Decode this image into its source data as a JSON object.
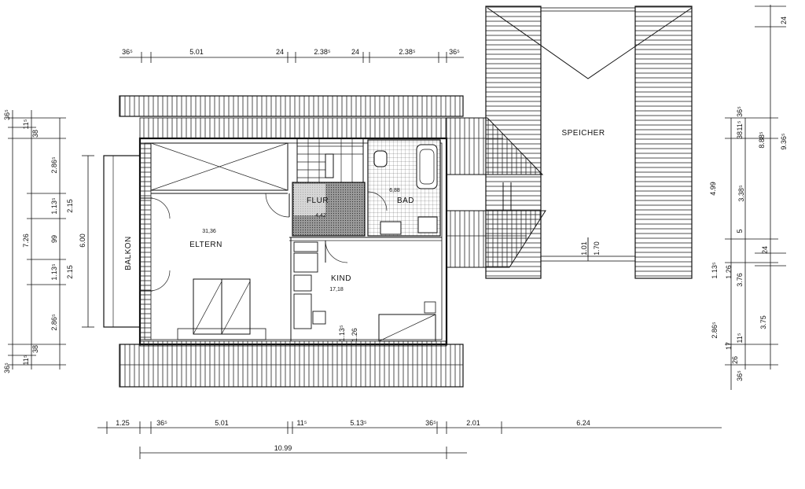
{
  "rooms": {
    "eltern": "ELTERN",
    "eltern_area": "31,36",
    "kind": "KIND",
    "kind_area": "17,18",
    "flur": "FLUR",
    "flur_area": "4,42",
    "bad": "BAD",
    "bad_area": "6,88",
    "balkon": "BALKON",
    "speicher": "SPEICHER"
  },
  "dims_top": [
    "36⁵",
    "5.01",
    "24",
    "2.38⁵",
    "24",
    "2.38⁵",
    "36⁵"
  ],
  "dims_bottom_row1": [
    "1.25",
    "36⁵",
    "5.01",
    "11⁵",
    "5.13⁵",
    "36⁵",
    "2.01",
    "6.24"
  ],
  "dims_bottom_row2": [
    "10.99"
  ],
  "dims_left_outer": [
    "36⁵",
    "11⁵",
    "38",
    "2.86⁵",
    "1.13⁵",
    "99",
    "1.13⁵",
    "2.86⁵",
    "38",
    "11⁵",
    "36⁵"
  ],
  "dims_left_mid": [
    "2.15",
    "2.15"
  ],
  "dims_left_total": [
    "7.26"
  ],
  "dims_left_balkon": [
    "6.00"
  ],
  "dims_kind": [
    "1.13⁵",
    "1.26"
  ],
  "dims_speicher": [
    "1.01",
    "1.70"
  ],
  "dims_right_a": [
    "36⁵",
    "11⁵",
    "38",
    "5",
    "4.99",
    "1.13⁵",
    "2.86⁵",
    "17",
    "26",
    "36⁵"
  ],
  "dims_right_b": [
    "8.88⁵",
    "3.38⁵",
    "1.26",
    "3.76",
    "3.75",
    "11⁵"
  ],
  "dims_right_c": [
    "24",
    "9.36⁵",
    "24"
  ],
  "colors": {
    "line": "#111111",
    "hatch": "#cfcfcf",
    "paper": "#ffffff"
  }
}
